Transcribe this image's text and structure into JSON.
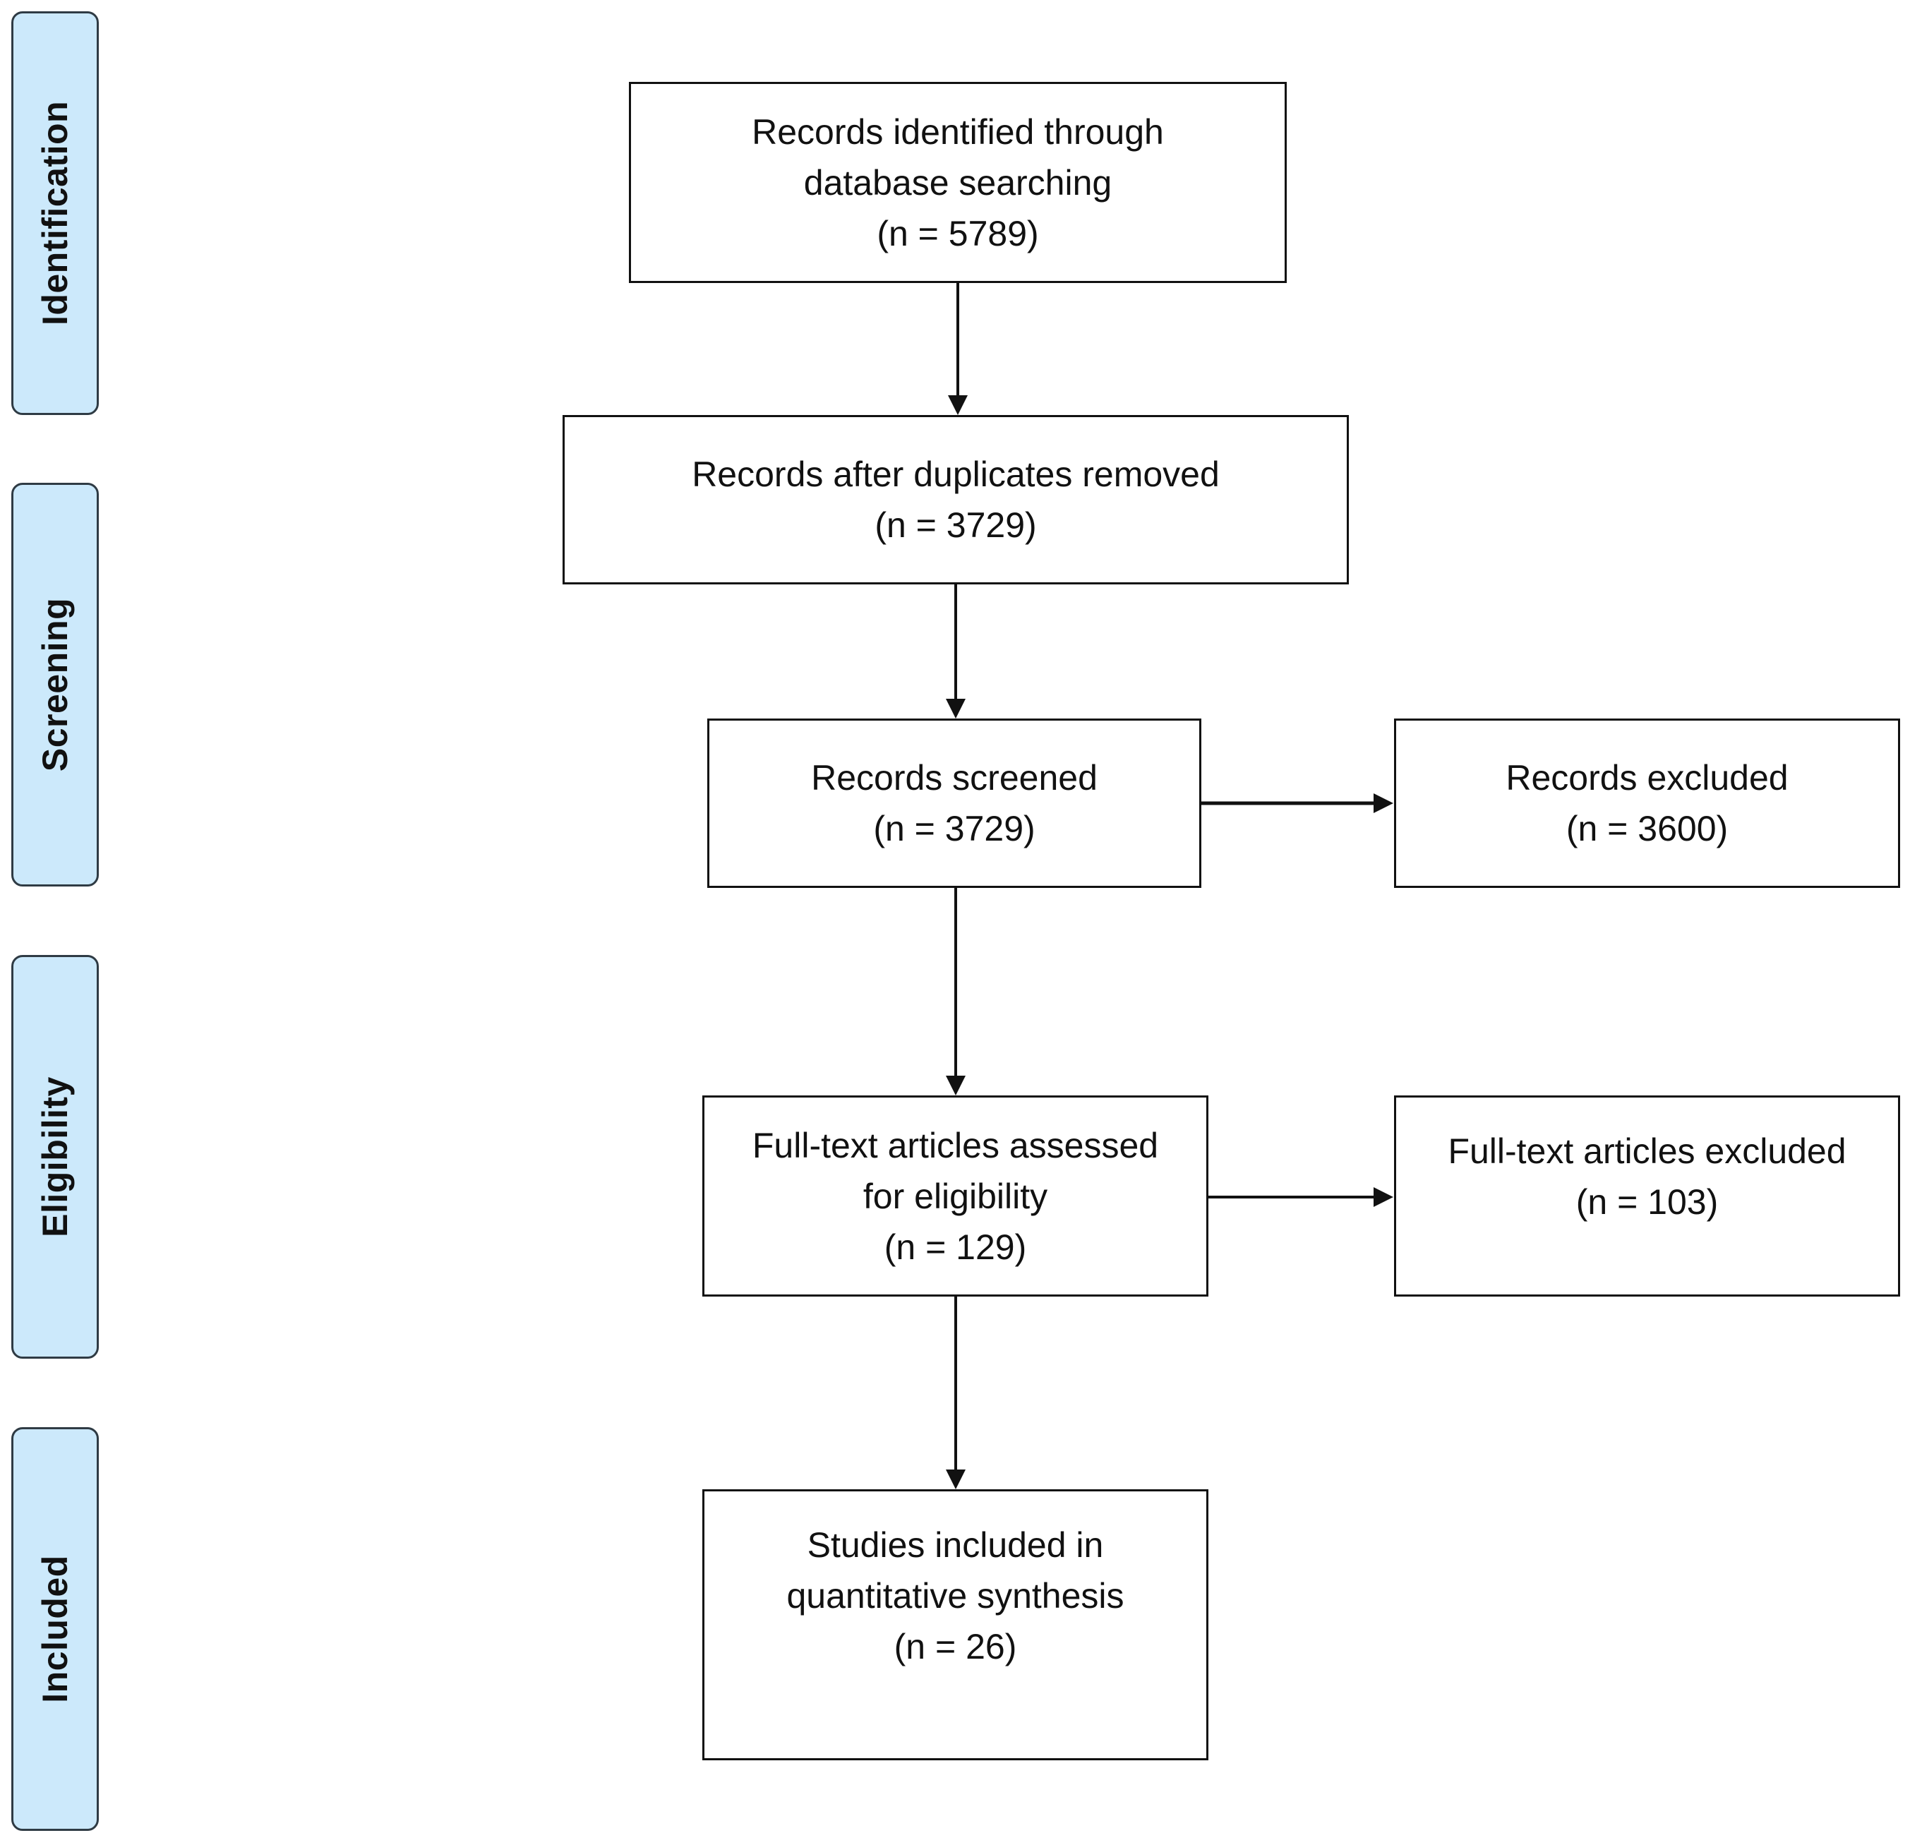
{
  "phases": {
    "identification": "Identification",
    "screening": "Screening",
    "eligibility": "Eligibility",
    "included": "Included"
  },
  "boxes": {
    "identified": {
      "line1": "Records identified through",
      "line2": "database searching",
      "count": "(n = 5789)"
    },
    "after_duplicates": {
      "line1": "Records after duplicates removed",
      "count": "(n = 3729)"
    },
    "screened": {
      "line1": "Records screened",
      "count": "(n = 3729)"
    },
    "excluded": {
      "line1": "Records excluded",
      "count": "(n = 3600)"
    },
    "fulltext_assessed": {
      "line1": "Full-text articles assessed",
      "line2": "for eligibility",
      "count": "(n = 129)"
    },
    "fulltext_excluded": {
      "line1": "Full-text articles excluded",
      "count": "(n = 103)"
    },
    "included": {
      "line1": "Studies included in",
      "line2": "quantitative synthesis",
      "count": "(n = 26)"
    }
  },
  "colors": {
    "phase_fill": "#cce9fb",
    "phase_border": "#2f3b44",
    "box_border": "#111111",
    "arrow": "#111111"
  }
}
